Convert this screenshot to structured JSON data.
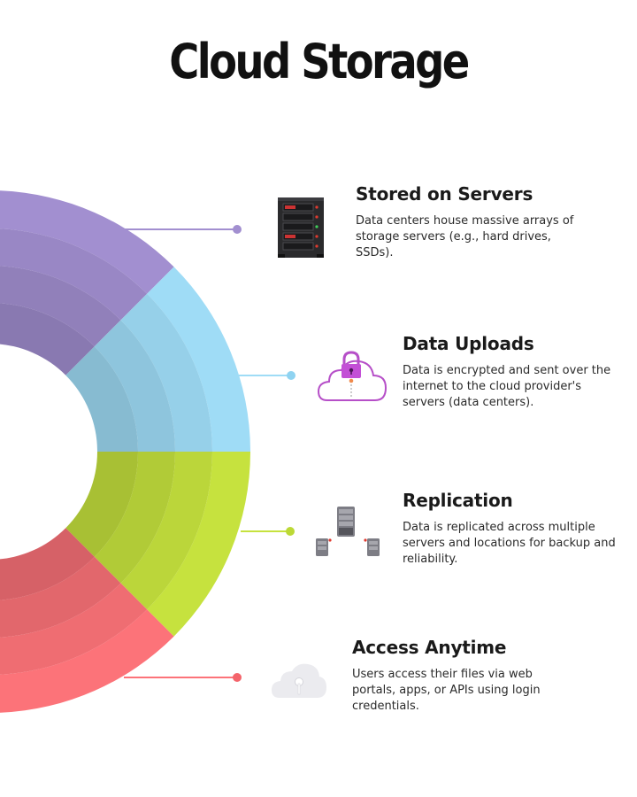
{
  "title": "Cloud Storage",
  "colors": {
    "purple": "#a28fd0",
    "blue": "#9fdcf6",
    "lime": "#c6e23e",
    "red": "#fc7379"
  },
  "steps": [
    {
      "id": "stored-on-servers",
      "title": "Stored on Servers",
      "text": "Data centers house massive arrays of storage servers (e.g., hard drives, SSDs).",
      "icon": "server-rack-icon",
      "color": "#a28fd0"
    },
    {
      "id": "data-uploads",
      "title": "Data Uploads",
      "text": "Data is encrypted and sent over the internet to the cloud provider's servers (data centers).",
      "icon": "cloud-lock-icon",
      "color": "#9fdcf6"
    },
    {
      "id": "replication",
      "title": "Replication",
      "text": "Data is replicated across multiple servers and locations for backup and reliability.",
      "icon": "server-network-icon",
      "color": "#c6e23e"
    },
    {
      "id": "access-anytime",
      "title": "Access Anytime",
      "text": "Users access their files via web portals, apps, or APIs using login credentials.",
      "icon": "cloud-key-icon",
      "color": "#fc7379"
    }
  ]
}
